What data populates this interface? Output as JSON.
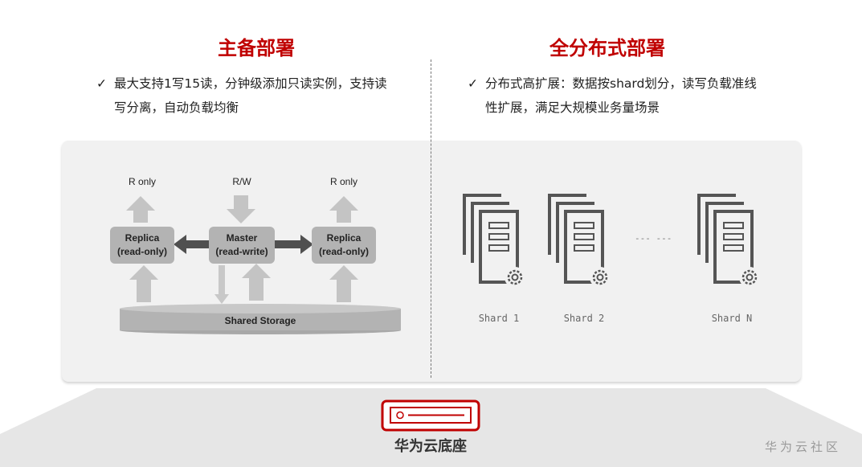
{
  "left": {
    "title": "主备部署",
    "bullet_line1": "最大支持1写15读，分钟级添加只读实例，支持读",
    "bullet_line2": "写分离，自动负载均衡",
    "diagram": {
      "label_left": "R only",
      "label_center": "R/W",
      "label_right": "R only",
      "replica_left_line1": "Replica",
      "replica_left_line2": "(read-only)",
      "master_line1": "Master",
      "master_line2": "(read-write)",
      "replica_right_line1": "Replica",
      "replica_right_line2": "(read-only)",
      "storage": "Shared Storage"
    }
  },
  "right": {
    "title": "全分布式部署",
    "bullet_line1": "分布式高扩展：数据按shard划分，读写负载准线",
    "bullet_line2": "性扩展，满足大规模业务量场景",
    "ellipsis": "--- ---",
    "shards": [
      "Shard 1",
      "Shard 2",
      "Shard N"
    ]
  },
  "check_mark": "✓",
  "base_label": "华为云底座",
  "watermark": "华为云社区",
  "colors": {
    "title_red": "#c00000",
    "panel_bg": "#f1f1f1",
    "node_gray": "#b3b3b3",
    "server_gray": "#555555"
  }
}
